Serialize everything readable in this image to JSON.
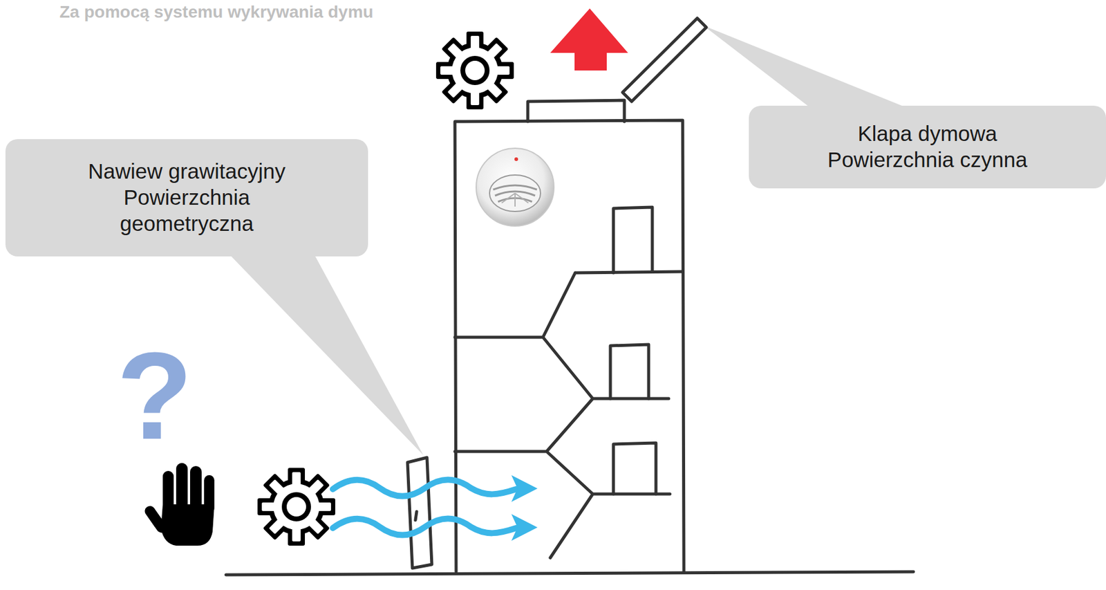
{
  "diagram": {
    "title": "Za pomocą systemu wykrywania dymu",
    "nodes": [
      {
        "text": [
          "Nawiew grawitacyjny",
          "Powierzchnia geometryczna"
        ]
      },
      {
        "text": [
          "Klapa dymowa",
          "Powierzchnia czynna"
        ]
      }
    ],
    "labels": [
      "?"
    ]
  }
}
